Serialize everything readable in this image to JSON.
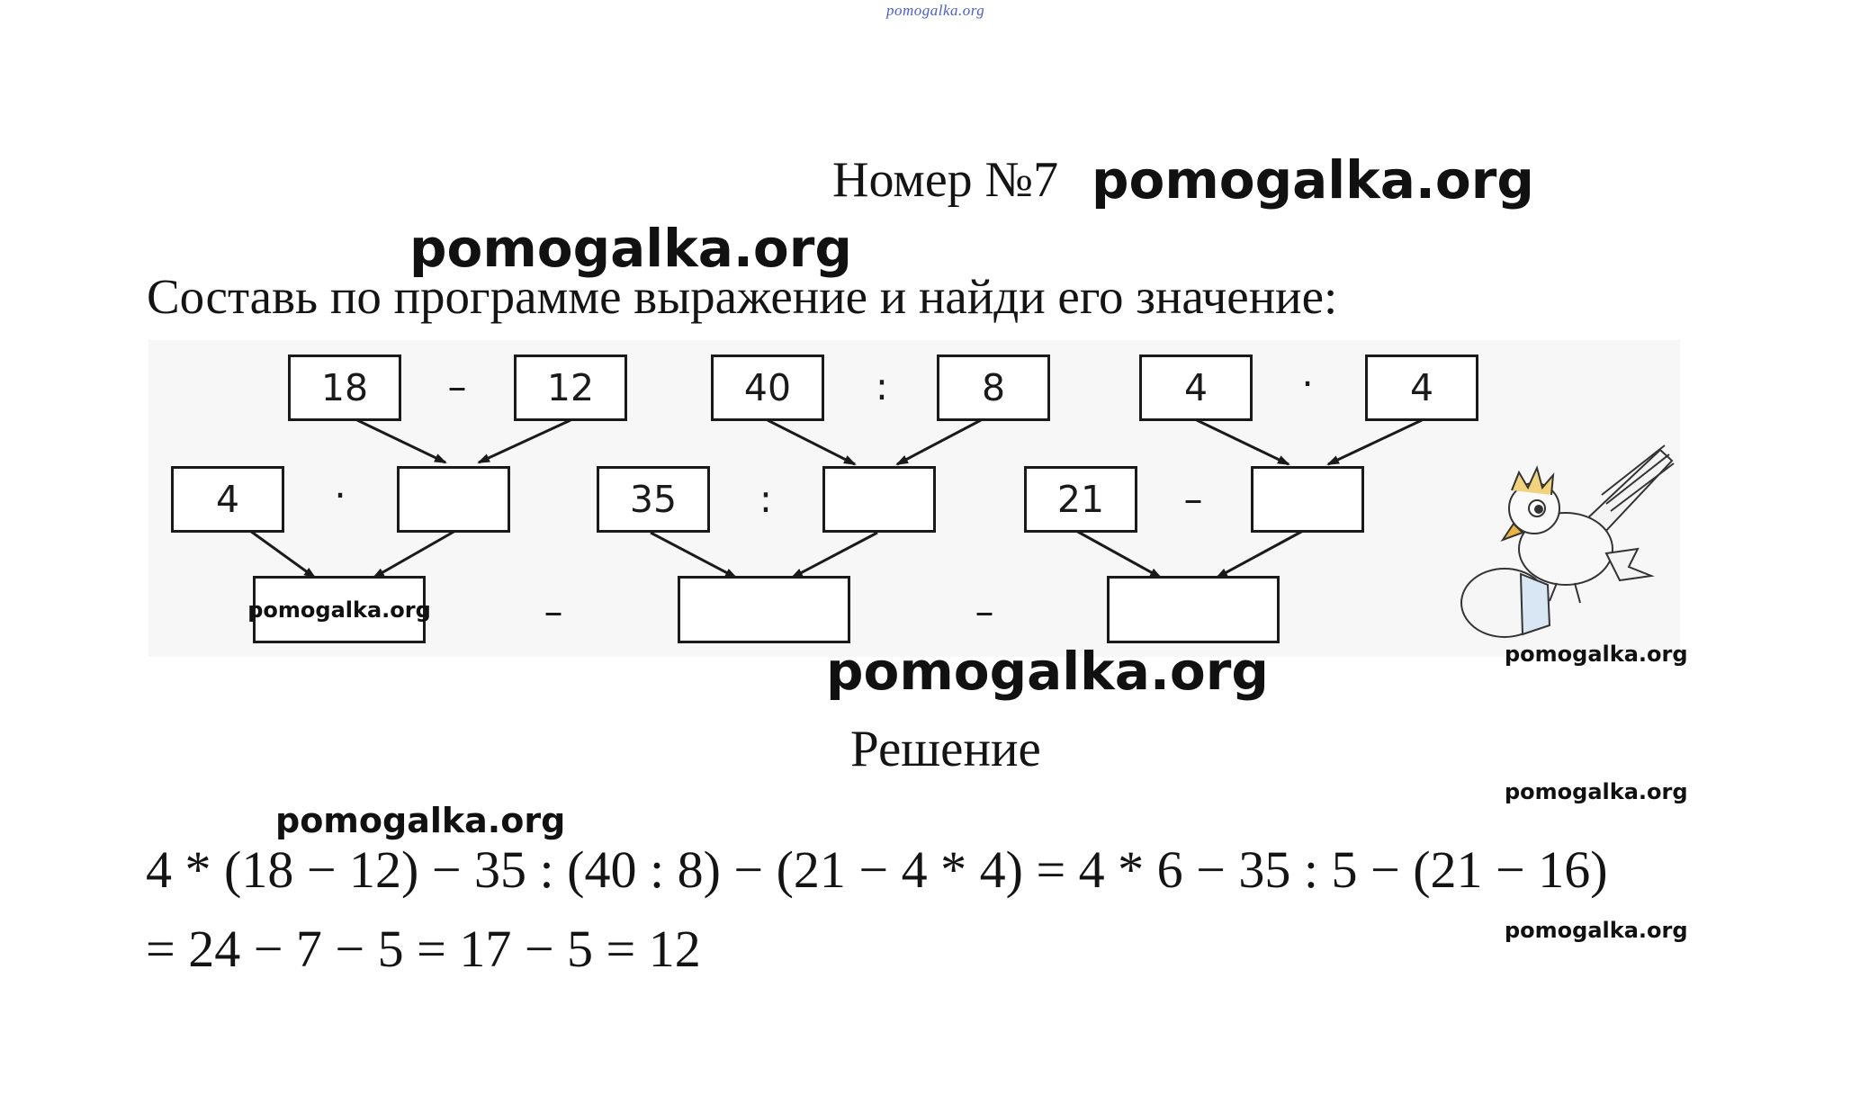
{
  "watermarks": {
    "top": "pomogalka.org",
    "title_right": "pomogalka.org",
    "over_task": "pomogalka.org",
    "in_box": "pomogalka.org",
    "below_diagram": "pomogalka.org",
    "right_1": "pomogalka.org",
    "right_2": "pomogalka.org",
    "right_3": "pomogalka.org",
    "solution": "pomogalka.org"
  },
  "title": "Номер №7",
  "task": "Составь по программе выражение и найди его значение:",
  "diagram": {
    "top_boxes": [
      "18",
      "12",
      "40",
      "8",
      "4",
      "4"
    ],
    "top_ops": [
      "–",
      ":",
      "·"
    ],
    "mid_left_boxes": [
      "4",
      "35",
      "21"
    ],
    "mid_ops": [
      "·",
      ":",
      "–"
    ],
    "bottom_ops": [
      "–",
      "–"
    ]
  },
  "solution_title": "Решение",
  "solution": {
    "line1": "4 * (18 − 12) − 35 : (40 : 8) − (21 − 4 * 4) = 4 * 6 − 35 : 5 − (21 − 16)",
    "line2": "= 24 − 7 − 5 = 17 − 5 = 12"
  }
}
